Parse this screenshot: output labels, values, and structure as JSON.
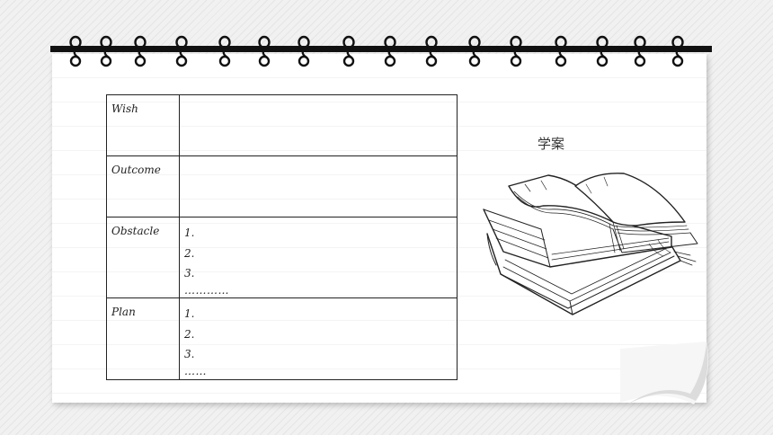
{
  "worksheet": {
    "rows": [
      {
        "label": "Wish",
        "lines": []
      },
      {
        "label": "Outcome",
        "lines": []
      },
      {
        "label": "Obstacle",
        "lines": [
          "1.",
          "2.",
          "3."
        ],
        "ellipsis": "…………"
      },
      {
        "label": "Plan",
        "lines": [
          "1.",
          "2.",
          "3."
        ],
        "ellipsis": "……"
      }
    ]
  },
  "illustration": {
    "caption": "学案",
    "icon": "open-books-sketch-icon"
  },
  "colors": {
    "ink": "#222222",
    "binding": "#111111",
    "paper": "#ffffff",
    "background": "#f1f1f1"
  }
}
